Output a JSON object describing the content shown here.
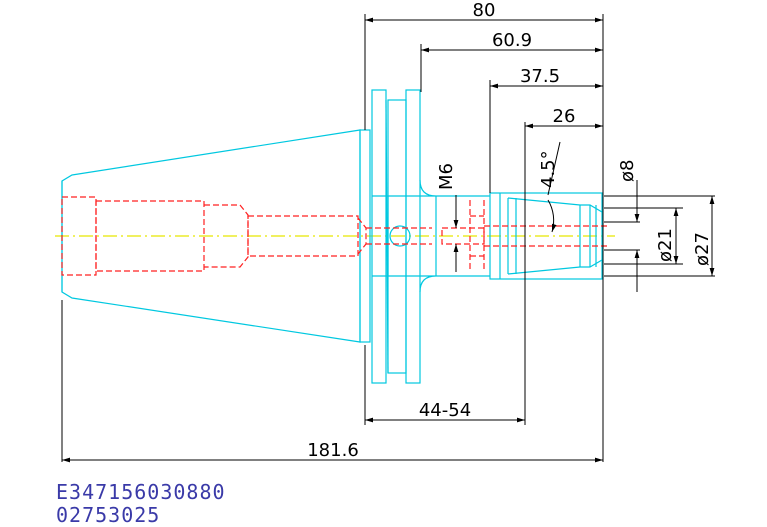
{
  "drawing": {
    "colors": {
      "outline": "#00c8e0",
      "hidden": "#ff2020",
      "centerline": "#e8e800",
      "dimension": "#000000",
      "code_text": "#3a3aa8"
    },
    "dimensions": {
      "overall_length": "181.6",
      "d80": "80",
      "d60_9": "60.9",
      "d37_5": "37.5",
      "d26": "26",
      "gauge_range": "44-54",
      "thread": "M6",
      "taper_angle": "4.5°",
      "dia_8": "ø8",
      "dia_21": "ø21",
      "dia_27": "ø27"
    },
    "codes": {
      "part_number": "E347156030880",
      "order_number": "02753025"
    }
  }
}
